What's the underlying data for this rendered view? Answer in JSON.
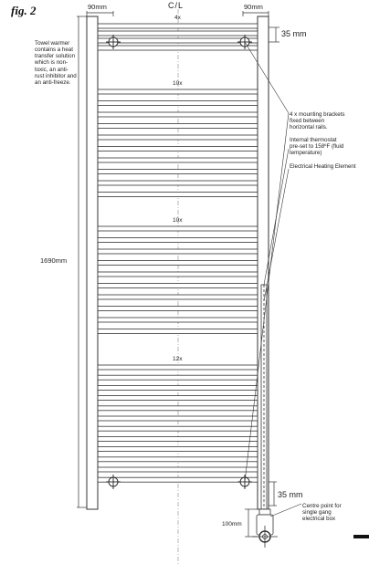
{
  "figure": {
    "label": "fig. 2",
    "centerline": "C/L",
    "dimensions": {
      "side_width_left": "90mm",
      "side_width_right": "90mm",
      "top_offset": "35 mm",
      "bottom_offset": "35 mm",
      "height": "1690mm",
      "drop": "100mm"
    },
    "rail_groups": [
      {
        "count_label": "4x",
        "rails": 4
      },
      {
        "count_label": "10x",
        "rails": 10
      },
      {
        "count_label": "10x",
        "rails": 10
      },
      {
        "count_label": "12x",
        "rails": 12
      }
    ],
    "notes": {
      "towel_warmer": [
        "Towel warmer",
        "contains a heat",
        "transfer solution",
        "which is non-",
        "toxic, an anti-",
        "rust inhibitor and",
        "an anti-freeze."
      ],
      "brackets": [
        "4 x mounting brackets",
        "fixed between",
        "horizontal rails."
      ],
      "thermostat": [
        "Internal thermostat",
        "pre-set to 158ºF (fluid",
        "temperature)"
      ],
      "heating_element": "Electrical Heating Element",
      "centre_point": [
        "Centre point for",
        "single gang",
        "electrical box"
      ]
    },
    "colors": {
      "line": "#333333",
      "background": "#ffffff"
    }
  }
}
